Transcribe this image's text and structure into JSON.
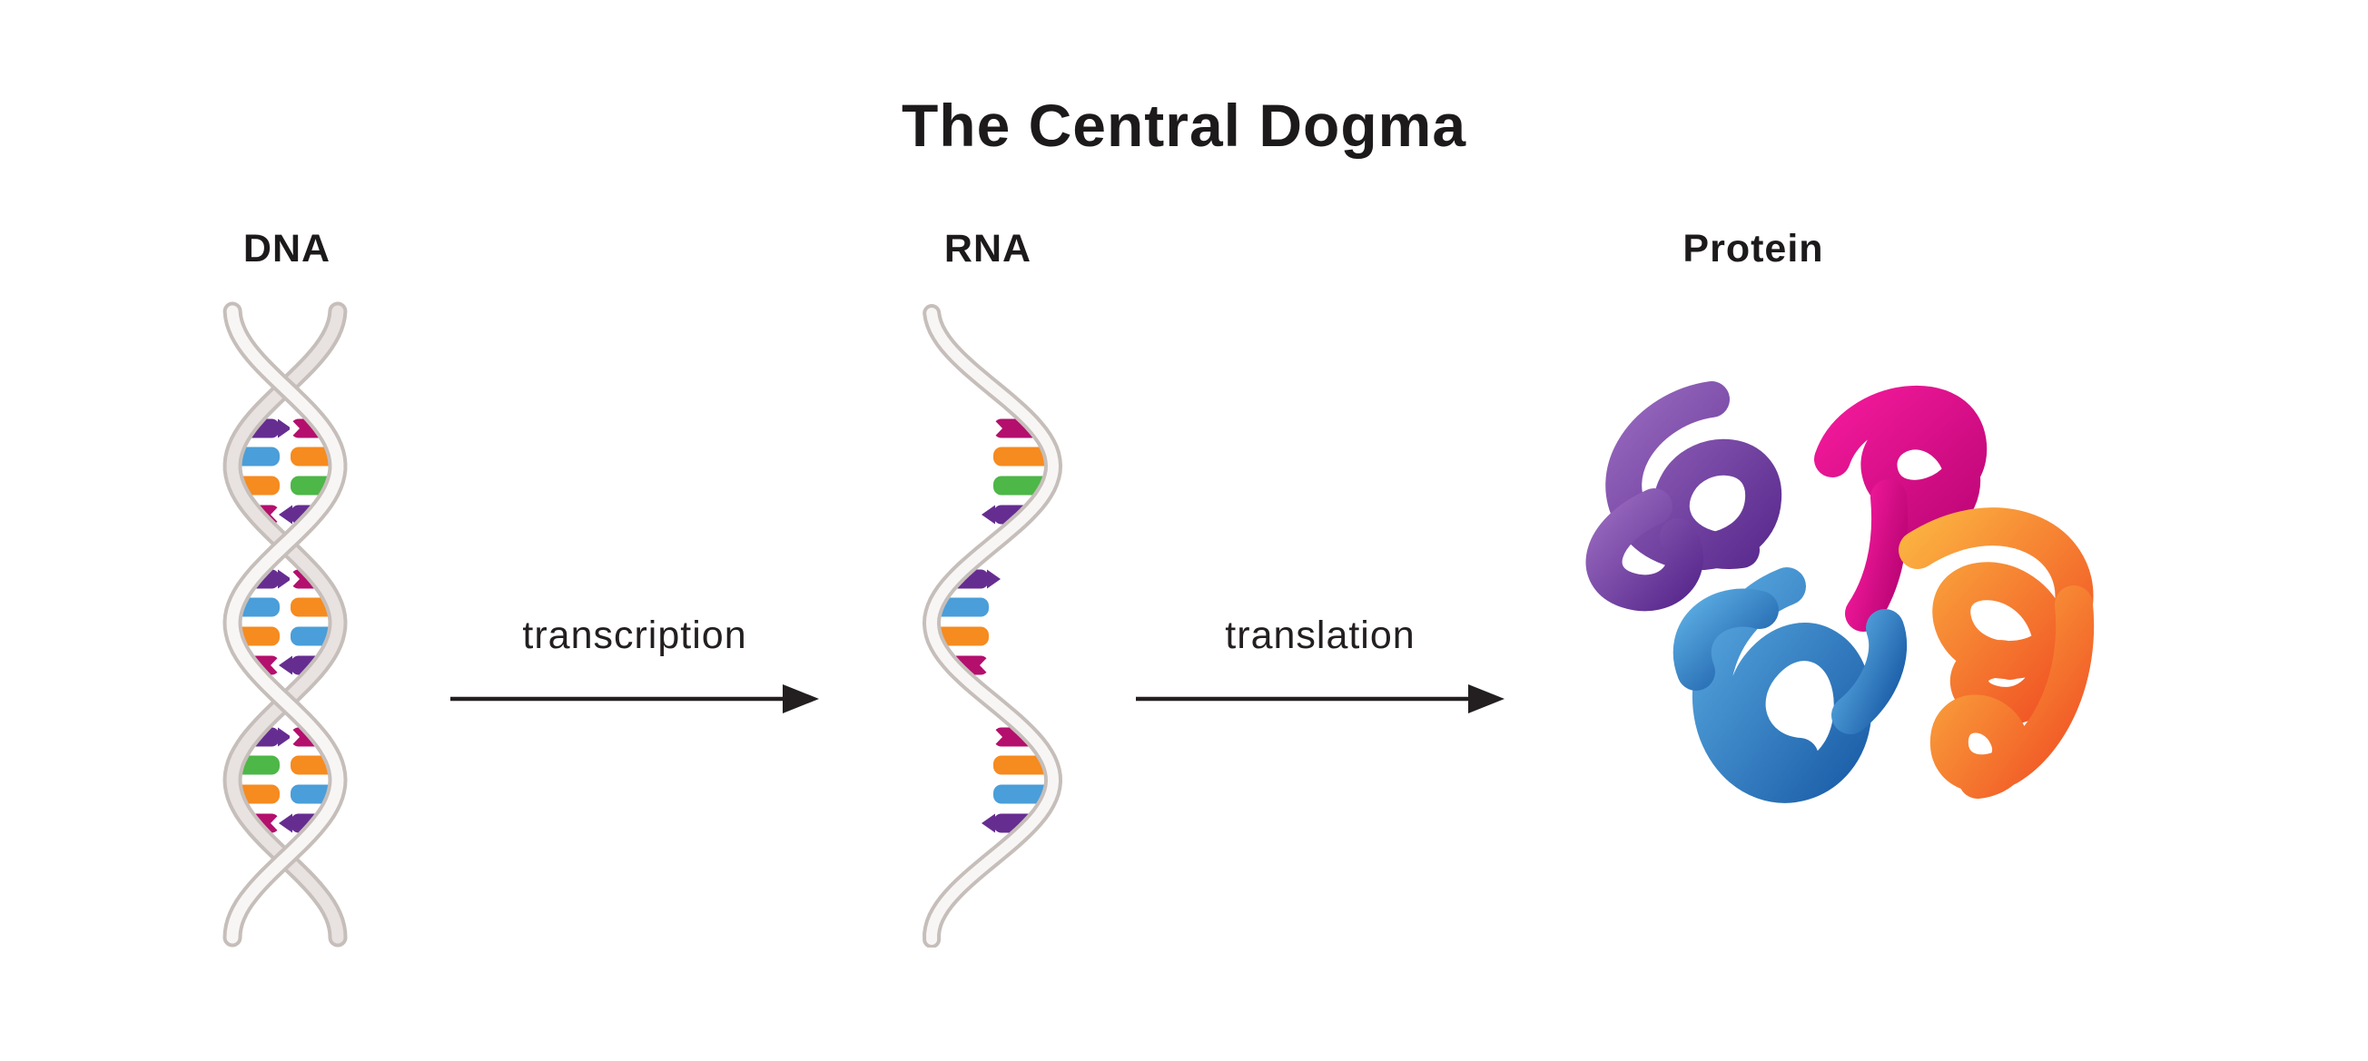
{
  "title": "The Central Dogma",
  "stages": [
    {
      "id": "dna",
      "label": "DNA"
    },
    {
      "id": "rna",
      "label": "RNA"
    },
    {
      "id": "protein",
      "label": "Protein"
    }
  ],
  "processes": [
    {
      "id": "transcription",
      "label": "transcription"
    },
    {
      "id": "translation",
      "label": "translation"
    }
  ],
  "colors": {
    "text": "#1d1a1b",
    "arrow": "#231f20",
    "base_purple": "#662d91",
    "base_magenta": "#b40f6d",
    "base_blue": "#4a9ed9",
    "base_orange": "#f68b1f",
    "base_green": "#4db748",
    "strand_outline": "#c6beba",
    "strand_front": "#f8f6f5",
    "strand_back": "#e8e2e0",
    "protein_purple_light": "#9768bd",
    "protein_purple_dark": "#5c2c90",
    "protein_pink_light": "#f2199a",
    "protein_pink_dark": "#be0677",
    "protein_blue_light": "#57a7df",
    "protein_blue_dark": "#1c5fa9",
    "protein_orange_light": "#fbb040",
    "protein_orange_dark": "#f04e23"
  },
  "helix_rows": {
    "bubble_y": [
      140,
      306,
      480
    ],
    "row_dy": [
      0,
      31,
      63,
      95
    ]
  },
  "dna_base_pairs": [
    [
      [
        "purple",
        "magenta"
      ],
      [
        "blue",
        "orange"
      ],
      [
        "orange",
        "green"
      ],
      [
        "magenta",
        "purple"
      ]
    ],
    [
      [
        "purple",
        "magenta"
      ],
      [
        "blue",
        "orange"
      ],
      [
        "orange",
        "blue"
      ],
      [
        "magenta",
        "purple"
      ]
    ],
    [
      [
        "purple",
        "magenta"
      ],
      [
        "green",
        "orange"
      ],
      [
        "orange",
        "blue"
      ],
      [
        "magenta",
        "purple"
      ]
    ]
  ],
  "rna_bases": [
    {
      "colors": [
        "magenta",
        "orange",
        "green",
        "purple"
      ],
      "tips": [
        "notch",
        null,
        null,
        "point"
      ]
    },
    {
      "colors": [
        "purple",
        "blue",
        "orange",
        "magenta"
      ],
      "tips": [
        "point",
        null,
        null,
        "notch"
      ]
    },
    {
      "colors": [
        "magenta",
        "orange",
        "blue",
        "purple"
      ],
      "tips": [
        "notch",
        null,
        null,
        "point"
      ]
    }
  ]
}
